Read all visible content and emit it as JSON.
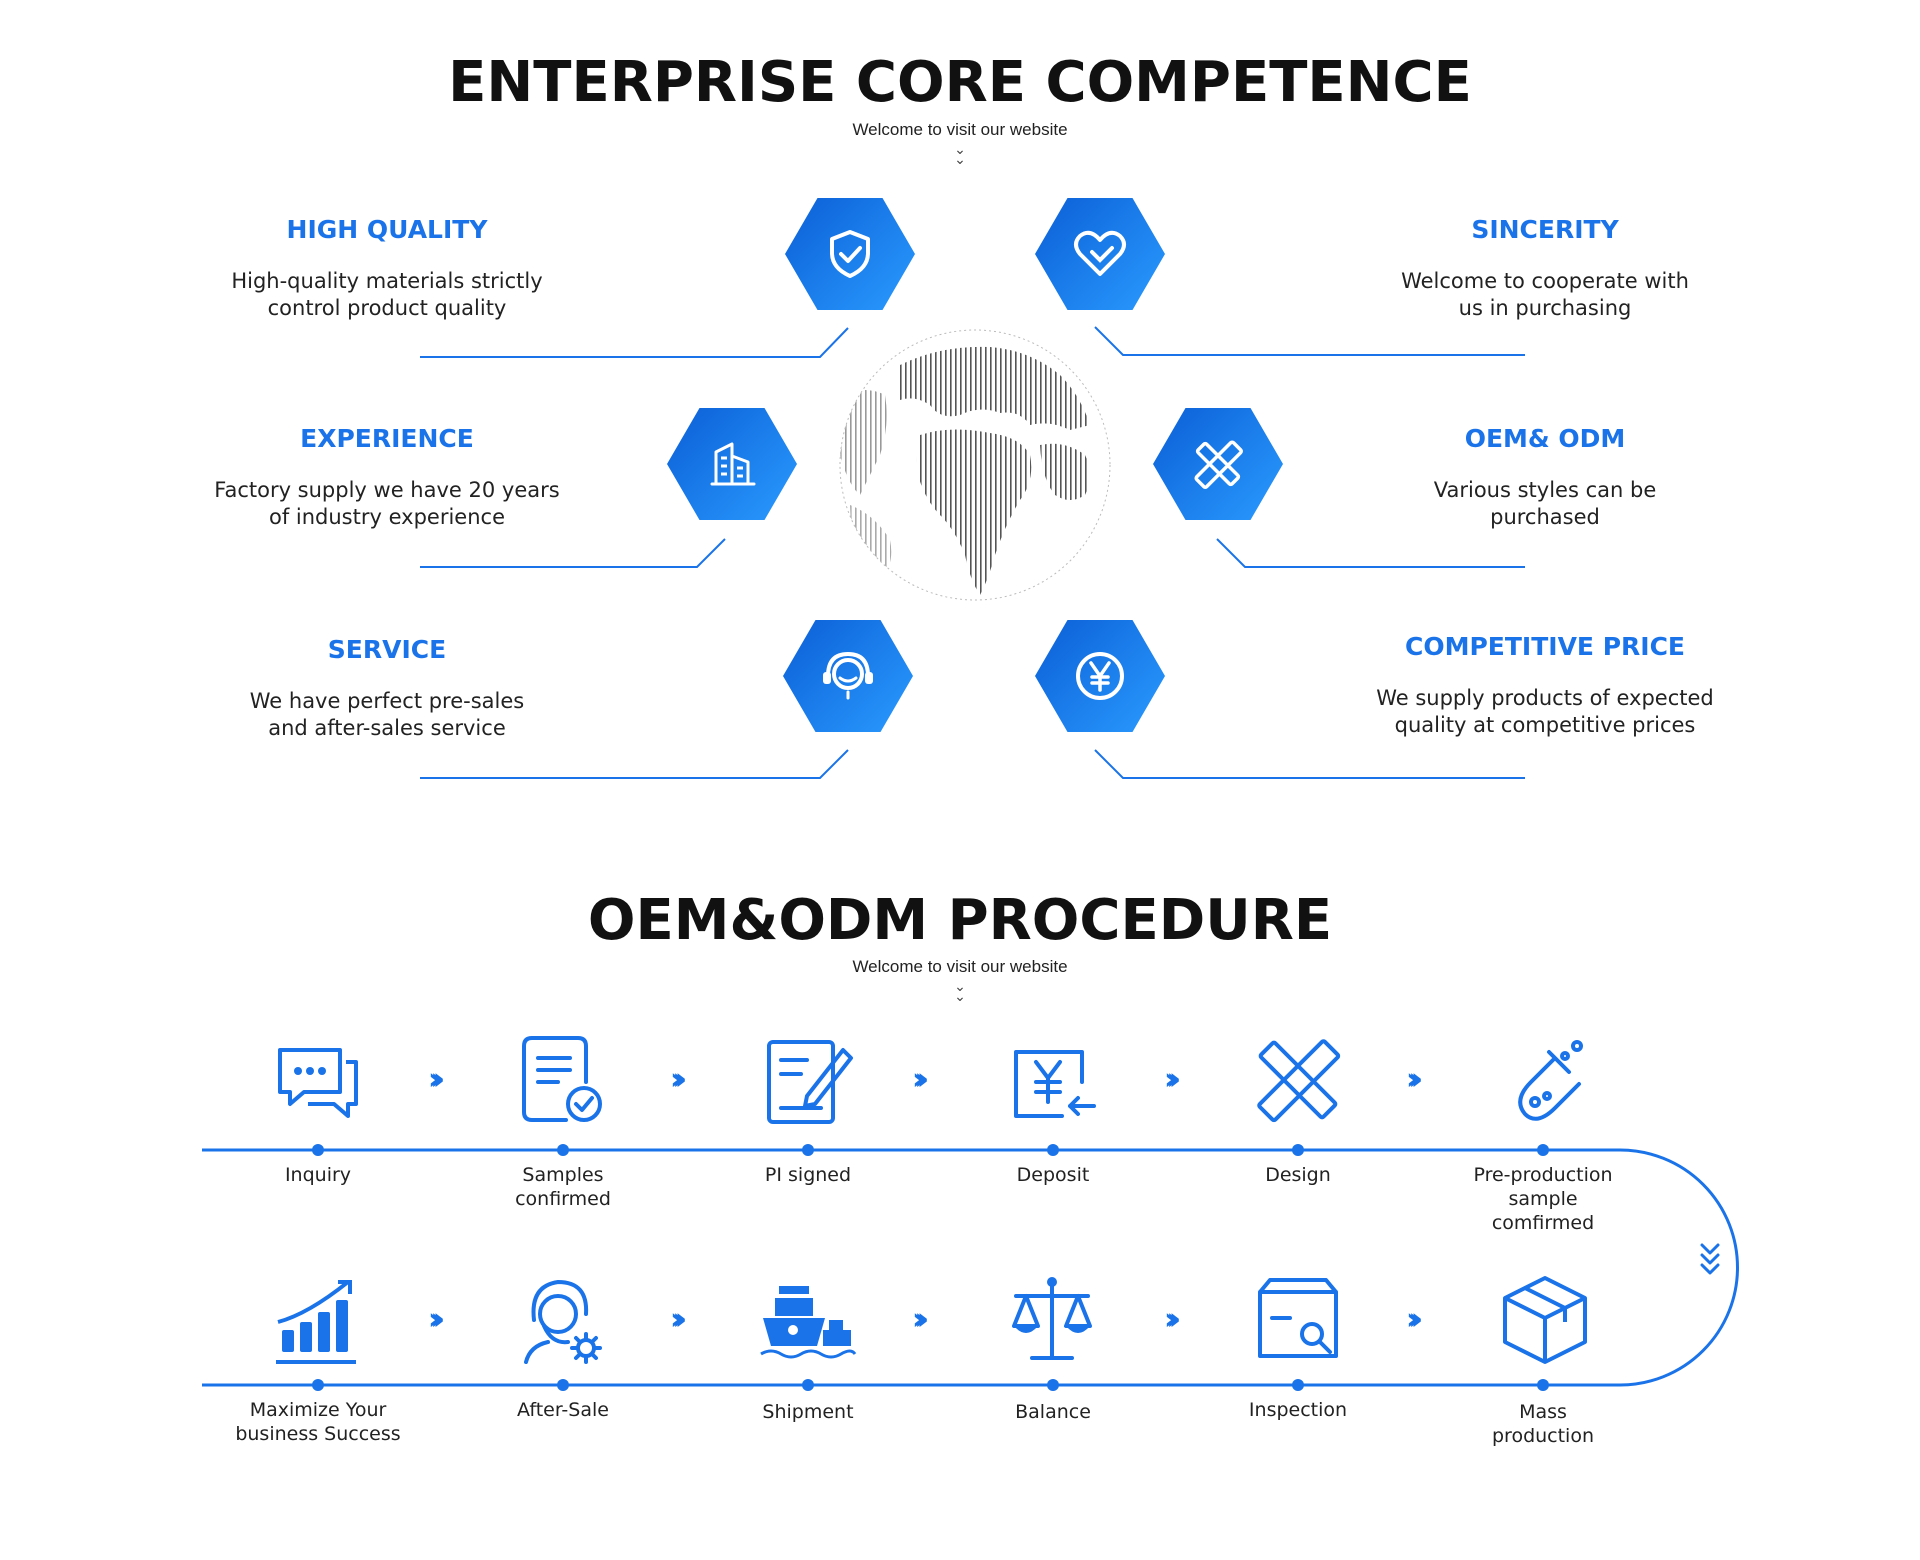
{
  "section1": {
    "title": "ENTERPRISE CORE COMPETENCE",
    "subtitle": "Welcome to visit our website",
    "features": [
      {
        "title": "HIGH QUALITY",
        "desc1": "High-quality materials strictly",
        "desc2": "control product quality",
        "icon": "shield-check-icon"
      },
      {
        "title": "SINCERITY",
        "desc1": "Welcome to cooperate with",
        "desc2": "us in purchasing",
        "icon": "heart-icon"
      },
      {
        "title": "EXPERIENCE",
        "desc1": "Factory supply we have 20 years",
        "desc2": "of industry experience",
        "icon": "building-icon"
      },
      {
        "title": "OEM& ODM",
        "desc1": "Various styles can be",
        "desc2": "purchased",
        "icon": "pencil-ruler-icon"
      },
      {
        "title": "SERVICE",
        "desc1": "We have perfect pre-sales",
        "desc2": "and after-sales service",
        "icon": "headset-icon"
      },
      {
        "title": "COMPETITIVE PRICE",
        "desc1": "We supply products of expected",
        "desc2": "quality at competitive prices",
        "icon": "yen-coin-icon"
      }
    ]
  },
  "section2": {
    "title": "OEM&ODM PROCEDURE",
    "subtitle": "Welcome to visit our website",
    "row1": [
      {
        "l1": "Inquiry",
        "l2": "",
        "l3": "",
        "icon": "chat-bubbles-icon"
      },
      {
        "l1": "Samples",
        "l2": "confirmed",
        "l3": "",
        "icon": "document-check-icon"
      },
      {
        "l1": "PI signed",
        "l2": "",
        "l3": "",
        "icon": "document-pen-icon"
      },
      {
        "l1": "Deposit",
        "l2": "",
        "l3": "",
        "icon": "yen-payment-icon"
      },
      {
        "l1": "Design",
        "l2": "",
        "l3": "",
        "icon": "pencil-ruler-icon"
      },
      {
        "l1": "Pre-production",
        "l2": "sample",
        "l3": "comfirmed",
        "icon": "flask-icon"
      }
    ],
    "row2": [
      {
        "l1": "Maximize Your",
        "l2": "business Success",
        "icon": "growth-chart-icon"
      },
      {
        "l1": "After-Sale",
        "l2": "",
        "icon": "support-gear-icon"
      },
      {
        "l1": "Shipment",
        "l2": "",
        "icon": "ship-icon"
      },
      {
        "l1": "Balance",
        "l2": "",
        "icon": "scale-icon"
      },
      {
        "l1": "Inspection",
        "l2": "",
        "icon": "box-search-icon"
      },
      {
        "l1": "Mass",
        "l2": "production",
        "icon": "box-icon"
      }
    ]
  },
  "colors": {
    "accent": "#1a73e8",
    "accent_dark": "#0b5fd6",
    "accent_light": "#2a9bff",
    "text": "#222222"
  }
}
